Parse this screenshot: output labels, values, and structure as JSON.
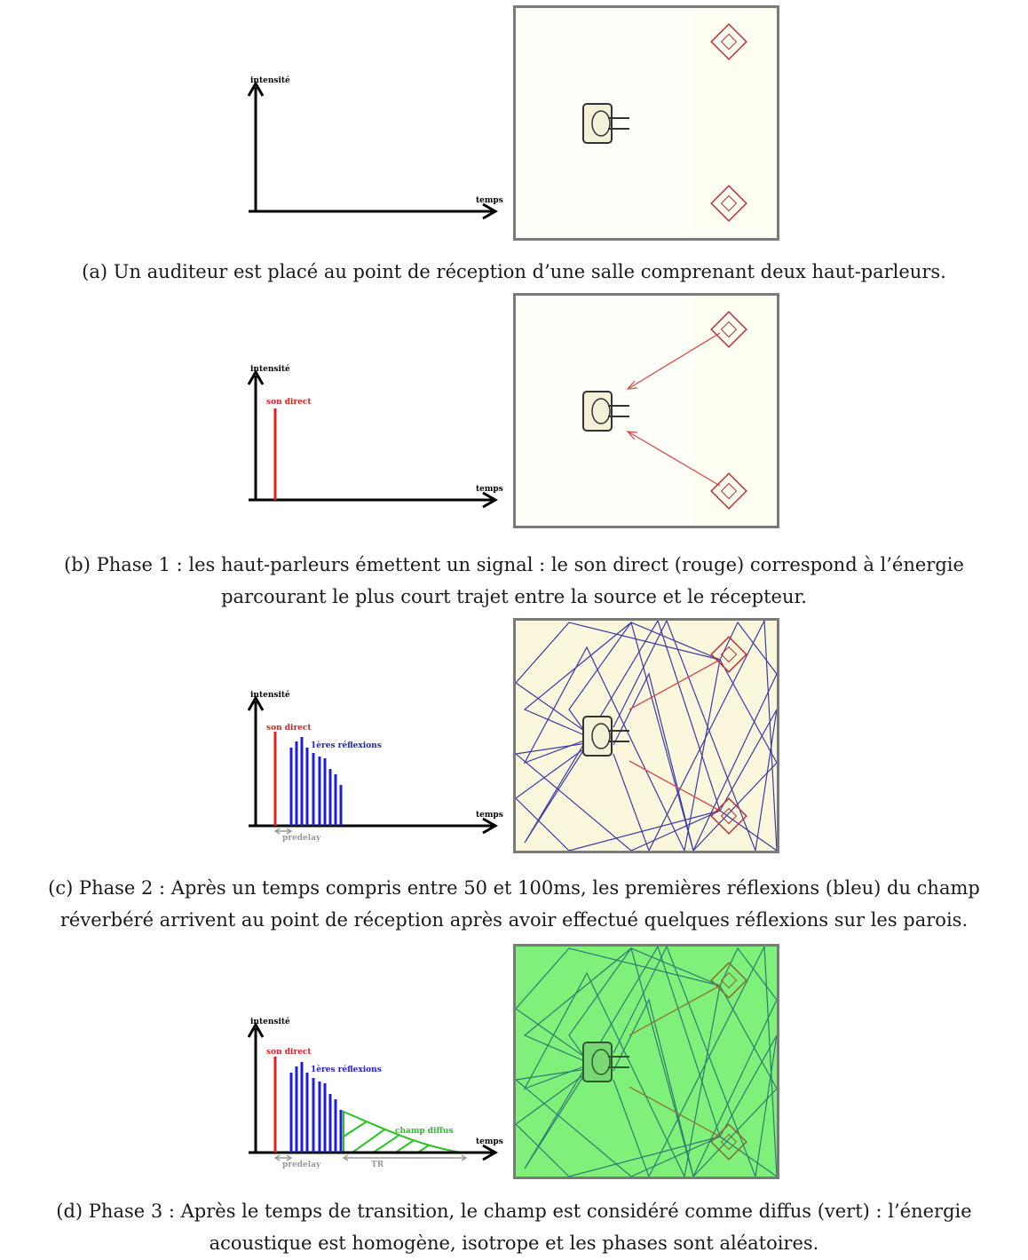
{
  "figures": [
    {
      "id": "a",
      "y_label": "intensité",
      "x_label": "temps",
      "caption": "(a) Un auditeur est placé au point de réception d’une salle comprenant deux haut-parleurs."
    },
    {
      "id": "b",
      "y_label": "intensité",
      "x_label": "temps",
      "direct_label": "son direct",
      "caption_lines": [
        "(b) Phase 1 : les haut-parleurs émettent un signal : le son direct (rouge) correspond à l’énergie",
        "parcourant le plus court trajet entre la source et le récepteur."
      ]
    },
    {
      "id": "c",
      "y_label": "intensité",
      "x_label": "temps",
      "direct_label": "son direct",
      "reflections_label": "1ères réflexions",
      "predelay_label": "predelay",
      "caption_lines": [
        "(c) Phase 2 : Après un temps compris entre 50 et 100ms, les premières réflexions (bleu) du champ",
        "réverbéré arrivent au point de réception après avoir effectué quelques réflexions sur les parois."
      ]
    },
    {
      "id": "d",
      "y_label": "intensité",
      "x_label": "temps",
      "direct_label": "son direct",
      "reflections_label": "1ères réflexions",
      "diffuse_label": "champ diffus",
      "predelay_label": "predelay",
      "tr_label": "TR",
      "caption_lines": [
        "(d) Phase 3 : Après le temps de transition, le champ est considéré comme diffus (vert) : l’énergie",
        "acoustique est homogène, isotrope et les phases sont aléatoires."
      ]
    }
  ],
  "colors": {
    "direct": "#e02020",
    "reflections": "#1f1fd6",
    "diffuse": "#22c41f",
    "predelay": "#9a9a9a",
    "room_bg": "#fffdf0",
    "room_diffuse_bg": "#7ff07a",
    "ray_blue": "#3a3aa8",
    "ray_red": "#d84a4a"
  }
}
